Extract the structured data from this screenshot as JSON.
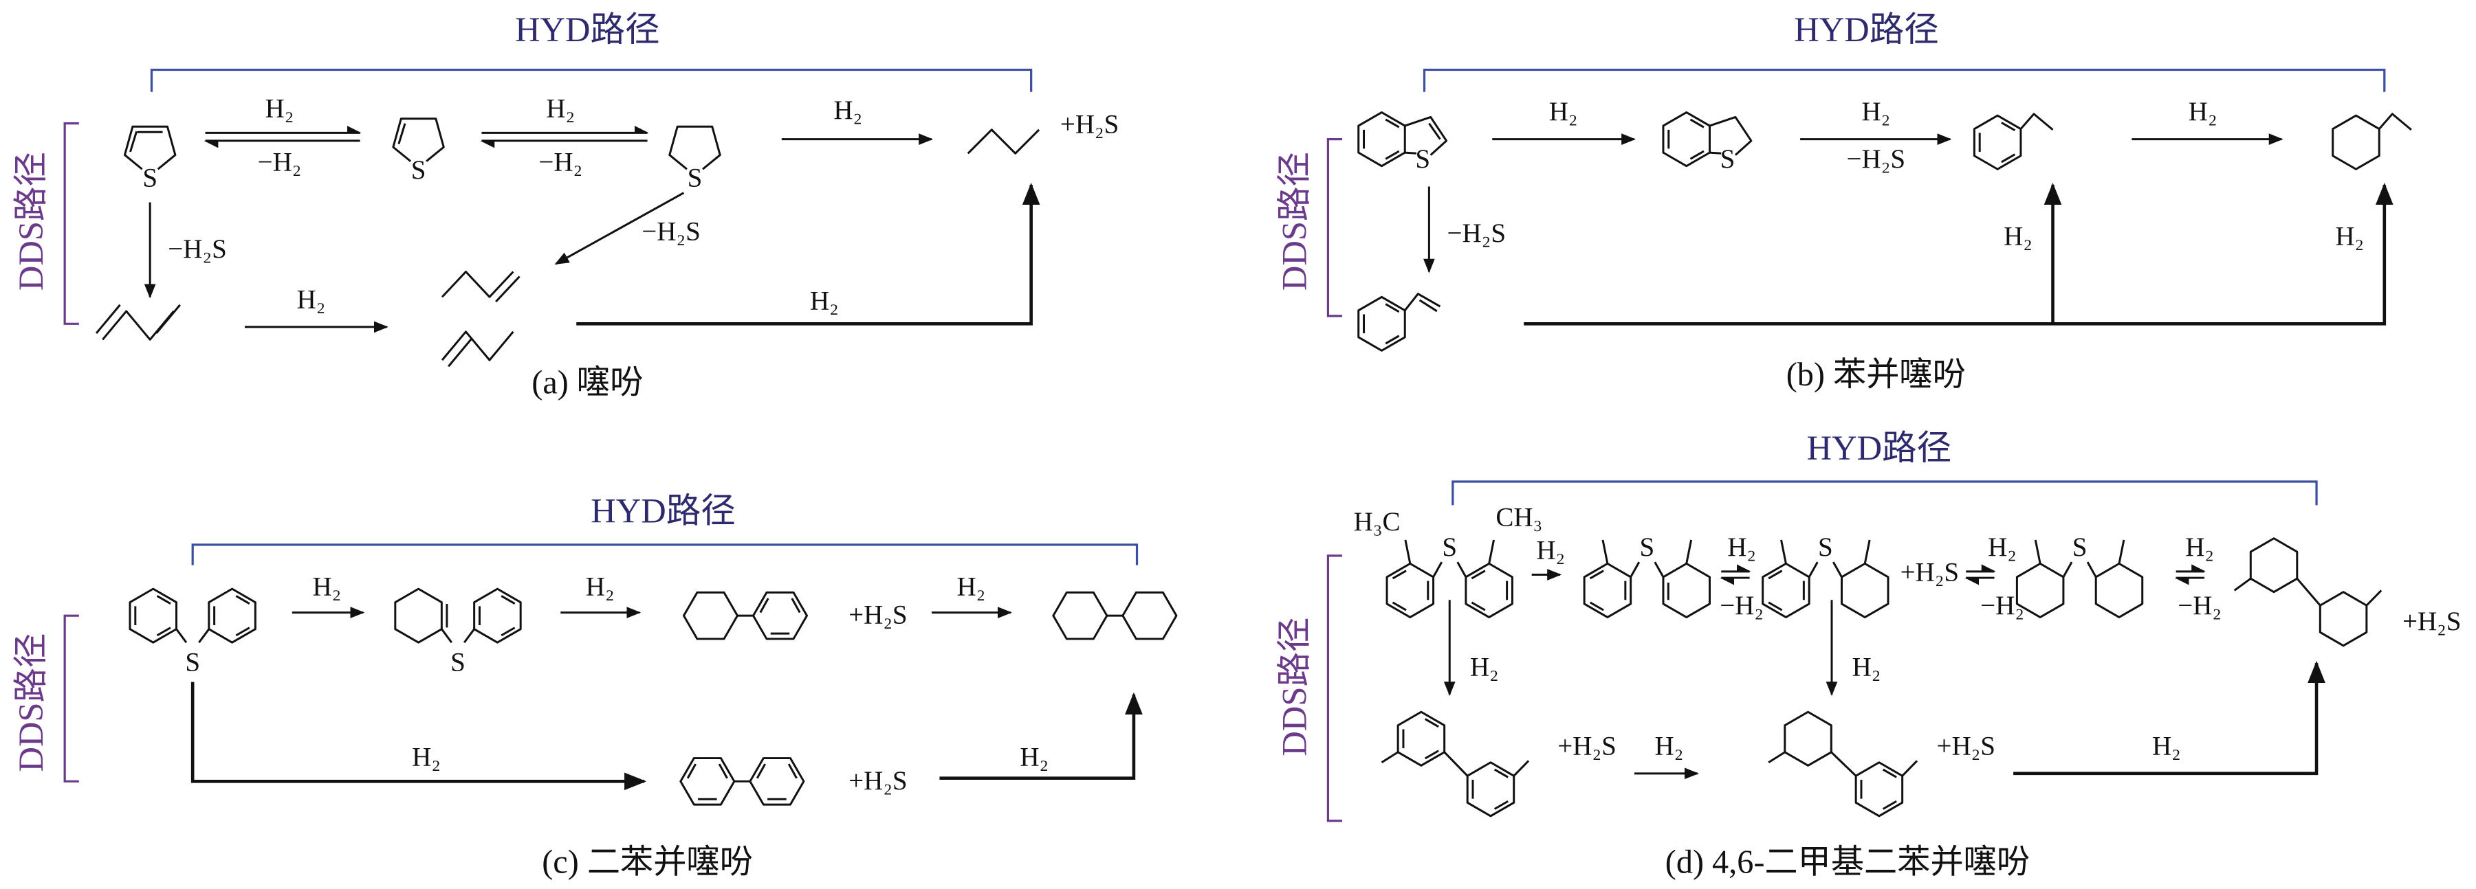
{
  "colors": {
    "hyd_text": "#2e2a6e",
    "hyd_bracket": "#3b4ea0",
    "dds": "#6b3a8a"
  },
  "panels": {
    "a": {
      "hyd_label": "HYD路径",
      "dds_label": "DDS路径",
      "caption": "(a) 噻吩",
      "reagents": [
        "H₂",
        "−H₂",
        "H₂",
        "−H₂",
        "H₂",
        "+H₂S",
        "−H₂S",
        "−H₂S",
        "H₂",
        "H₂"
      ],
      "atoms": [
        "S",
        "S",
        "S"
      ]
    },
    "b": {
      "hyd_label": "HYD路径",
      "dds_label": "DDS路径",
      "caption": "(b) 苯并噻吩",
      "reagents": [
        "H₂",
        "H₂",
        "−H₂S",
        "H₂",
        "−H₂S",
        "H₂",
        "H₂"
      ],
      "atoms": [
        "S",
        "S"
      ]
    },
    "c": {
      "hyd_label": "HYD路径",
      "dds_label": "DDS路径",
      "caption": "(c) 二苯并噻吩",
      "reagents": [
        "H₂",
        "H₂",
        "+H₂S",
        "H₂",
        "H₂",
        "+H₂S",
        "H₂"
      ],
      "atoms": [
        "S",
        "S"
      ]
    },
    "d": {
      "hyd_label": "HYD路径",
      "dds_label": "DDS路径",
      "caption": "(d) 4,6-二甲基二苯并噻吩",
      "reagents": [
        "H₃C",
        "CH₃",
        "H₂",
        "H₂",
        "−H₂",
        "+H₂S",
        "H₂",
        "−H₂",
        "H₂",
        "−H₂",
        "+H₂S",
        "H₂",
        "H₂",
        "+H₂S",
        "H₂",
        "+H₂S",
        "H₂"
      ],
      "atoms": [
        "S",
        "S",
        "S",
        "S"
      ]
    }
  }
}
